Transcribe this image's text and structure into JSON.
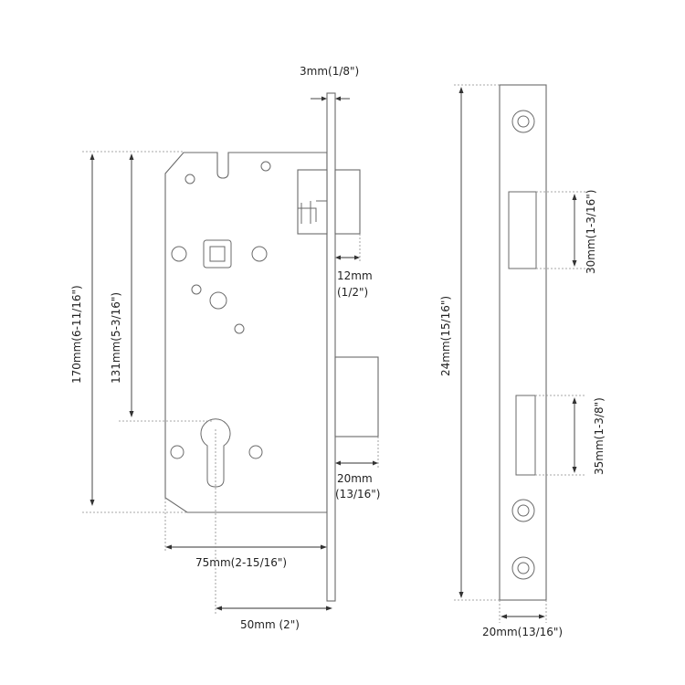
{
  "diagram": {
    "labels": {
      "faceplate_thickness": "3mm(1/8\")",
      "latch_projection_mm": "12mm",
      "latch_projection_in": "(1/2\")",
      "deadbolt_projection_mm": "20mm",
      "deadbolt_projection_in": "(13/16\")",
      "case_height": "170mm(6-11/16\")",
      "follower_to_cylinder": "131mm(5-3/16\")",
      "case_width": "75mm(2-15/16\")",
      "backset": "50mm (2\")",
      "faceplate_height": "24mm(15/16\")",
      "latch_hole": "30mm(1-3/16\")",
      "bolt_hole": "35mm(1-3/8\")",
      "faceplate_width": "20mm(13/16\")"
    },
    "colors": {
      "outline": "#6a6a6a",
      "dimension": "#333333",
      "background": "#ffffff"
    }
  }
}
